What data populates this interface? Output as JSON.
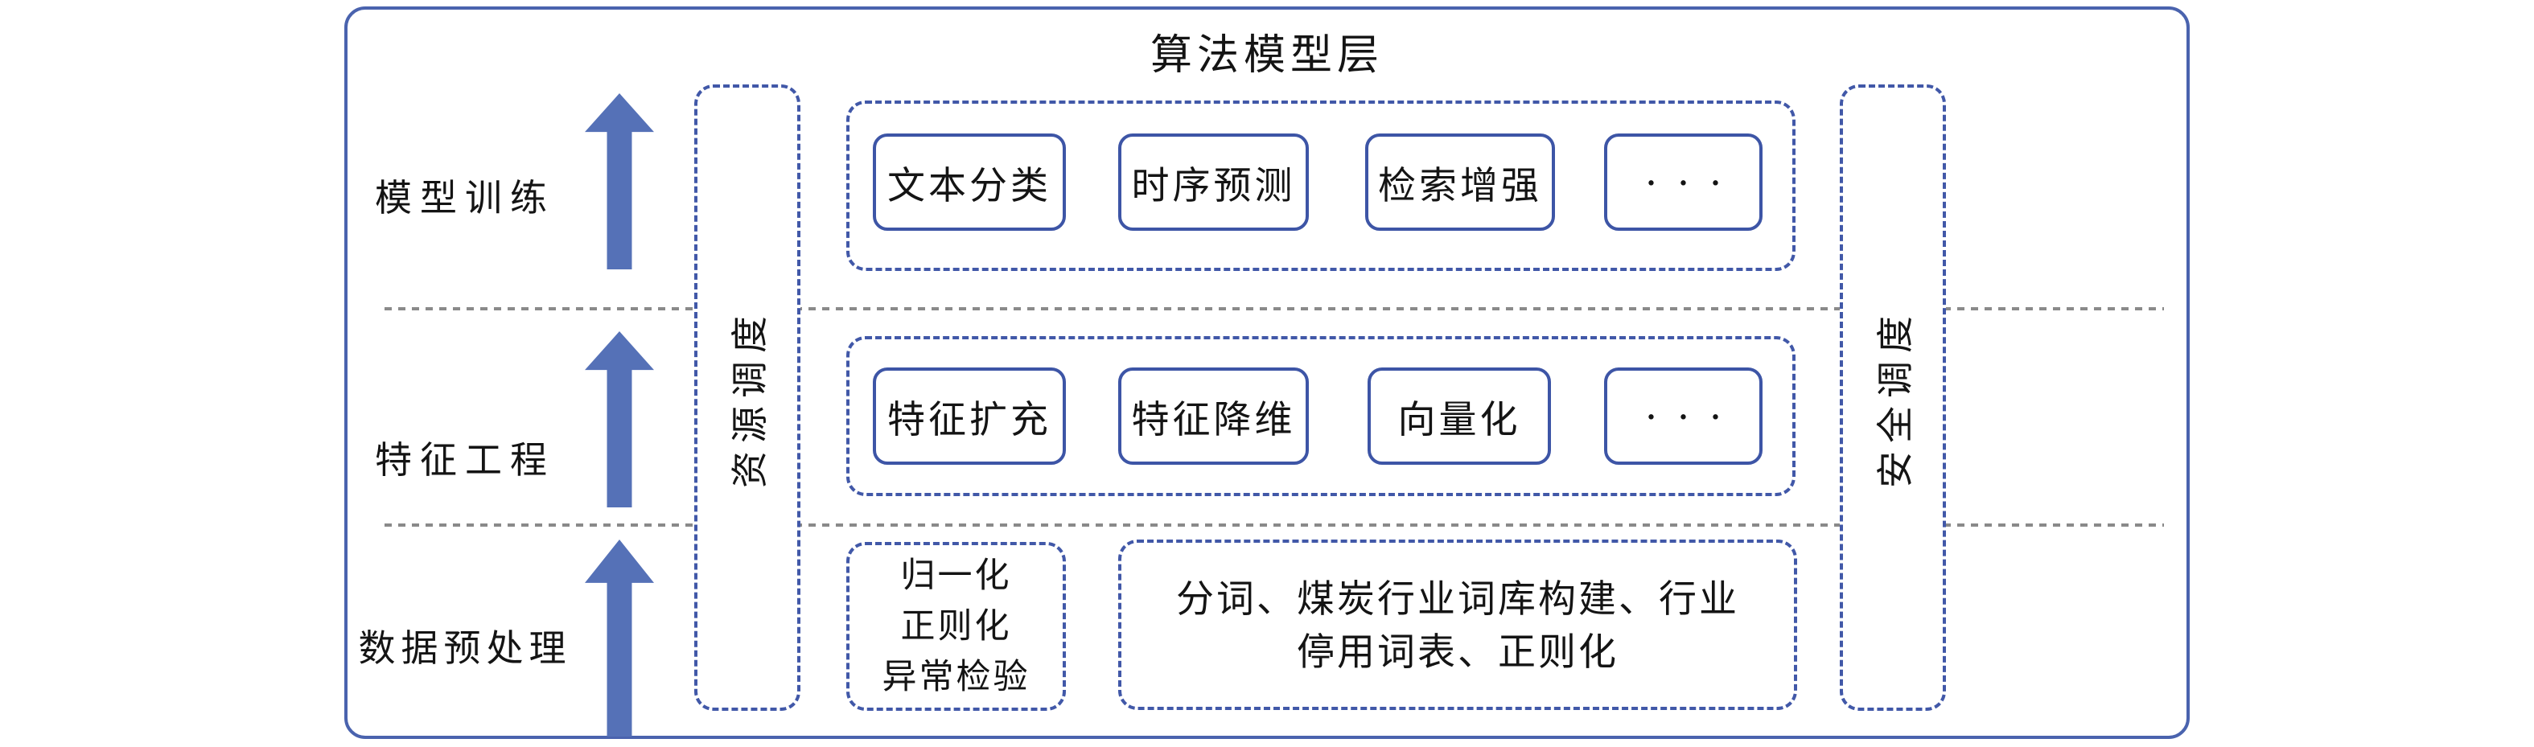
{
  "diagram": {
    "title": "算法模型层",
    "stages": [
      {
        "label": "模型训练"
      },
      {
        "label": "特征工程"
      },
      {
        "label": "数据预处理"
      }
    ],
    "rails": {
      "resource": "资源调度",
      "security": "安全调度"
    },
    "rows": {
      "training": {
        "items": [
          {
            "label": "文本分类"
          },
          {
            "label": "时序预测"
          },
          {
            "label": "检索增强"
          },
          {
            "label": "···"
          }
        ]
      },
      "feature": {
        "items": [
          {
            "label": "特征扩充"
          },
          {
            "label": "特征降维"
          },
          {
            "label": "向量化"
          },
          {
            "label": "···"
          }
        ]
      },
      "preprocess": {
        "stat_box_lines": [
          "归一化",
          "正则化",
          "异常检验"
        ],
        "nlp_box_lines": [
          "分词、煤炭行业词库构建、行业",
          "停用词表、正则化"
        ]
      }
    },
    "colors": {
      "outer_border": "#4a63ae",
      "dashed_border": "#4158a8",
      "solid_box_border": "#3d55a6",
      "arrow_blue": "#5571b7",
      "separator_gray": "#8a8a8a",
      "text": "#141414",
      "background": "#ffffff"
    }
  }
}
